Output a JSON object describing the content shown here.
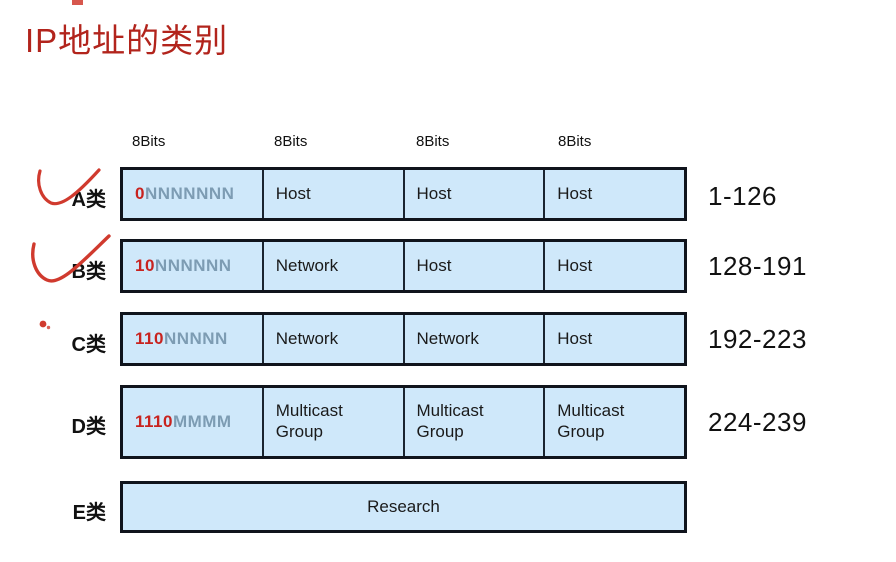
{
  "title": "IP地址的类别",
  "colors": {
    "title_red": "#b2241c",
    "cell_bg": "#cfe8fa",
    "border_dark": "#10141c",
    "divider": "#1a2430",
    "prefix_red": "#c8231f",
    "prefix_letters": "#7d9cb3",
    "text_dark": "#1a1a1a",
    "annotation_red": "#d03a2e"
  },
  "bit_headers": [
    "8Bits",
    "8Bits",
    "8Bits",
    "8Bits"
  ],
  "rows": [
    {
      "label": "A类",
      "prefix_red": "0",
      "prefix_rest": "NNNNNNN",
      "cells": [
        "Host",
        "Host",
        "Host"
      ],
      "range": "1-126",
      "annotation": "red-check"
    },
    {
      "label": "B类",
      "prefix_red": "10",
      "prefix_rest": "NNNNNN",
      "cells": [
        "Network",
        "Host",
        "Host"
      ],
      "range": "128-191",
      "annotation": "red-check"
    },
    {
      "label": "C类",
      "prefix_red": "110",
      "prefix_rest": "NNNNN",
      "cells": [
        "Network",
        "Network",
        "Host"
      ],
      "range": "192-223",
      "annotation": "red-dot"
    },
    {
      "label": "D类",
      "prefix_red": "1110",
      "prefix_rest": "MMMM",
      "cells": [
        "Multicast Group",
        "Multicast Group",
        "Multicast Group"
      ],
      "range": "224-239",
      "annotation": ""
    },
    {
      "label": "E类",
      "full_cell": "Research",
      "range": "",
      "annotation": ""
    }
  ]
}
